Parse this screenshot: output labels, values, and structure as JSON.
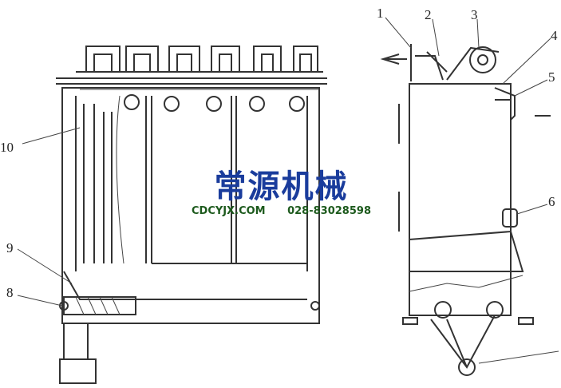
{
  "labels": {
    "l1": "1",
    "l2": "2",
    "l3": "3",
    "l4": "4",
    "l5": "5",
    "l6": "6",
    "l8": "8",
    "l9": "9",
    "l10": "10"
  },
  "watermark": {
    "title": "常源机械",
    "site": "CDCYJX.COM",
    "phone": "028-83028598"
  },
  "colors": {
    "watermark_title": "#1a3c9c",
    "watermark_sub": "#1d5a1d",
    "line": "#333333"
  }
}
